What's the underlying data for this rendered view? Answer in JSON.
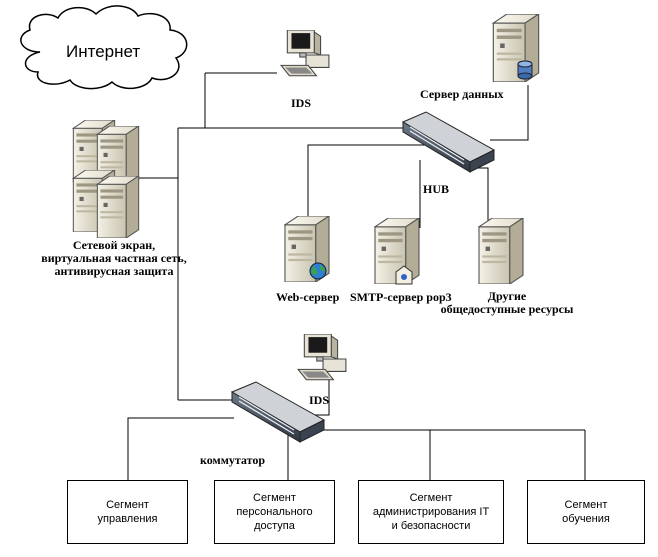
{
  "internet": {
    "label": "Интернет"
  },
  "ids_top": {
    "label": "IDS"
  },
  "ids_bottom": {
    "label": "IDS"
  },
  "data_server": {
    "label": "Сервер данных"
  },
  "hub": {
    "label": "HUB"
  },
  "firewall": {
    "line1": "Сетевой экран,",
    "line2": "виртуальная частная сеть,",
    "line3": "антивирусная защита"
  },
  "web_server": {
    "label": "Web-сервер"
  },
  "smtp_server": {
    "label": "SMTP-сервер pop3"
  },
  "other_resources": {
    "line1": "Другие",
    "line2": "общедоступные ресурсы"
  },
  "switch": {
    "label": "коммутатор"
  },
  "segments": [
    {
      "label": "Сегмент\nуправления"
    },
    {
      "label": "Сегмент\nперсонального\nдоступа"
    },
    {
      "label": "Сегмент\nадминистрирования IT\nи безопасности"
    },
    {
      "label": "Сегмент\nобучения"
    }
  ]
}
